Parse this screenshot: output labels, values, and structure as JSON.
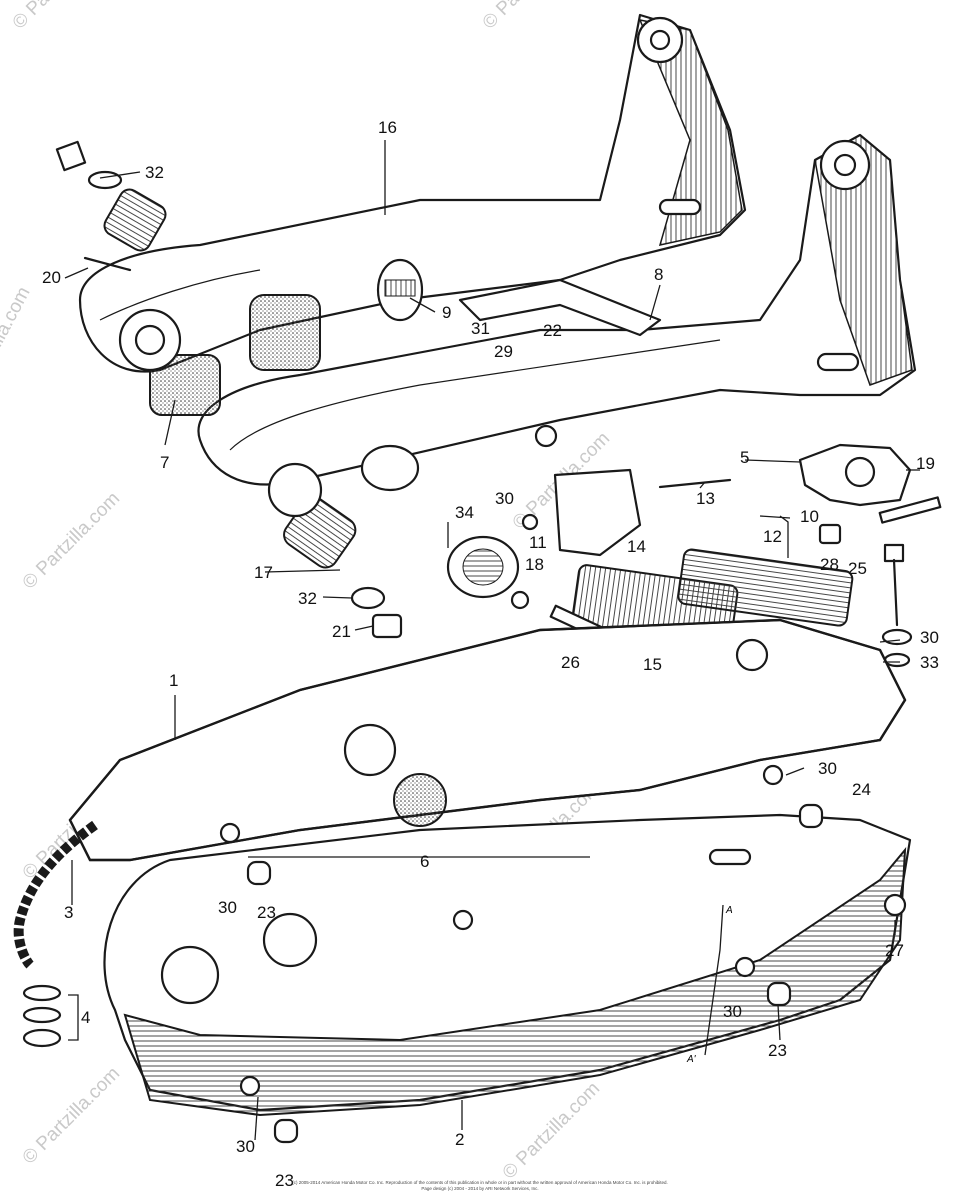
{
  "watermark_text": "© Partzilla.com",
  "callouts": [
    "1",
    "2",
    "3",
    "4",
    "5",
    "6",
    "7",
    "8",
    "9",
    "10",
    "11",
    "12",
    "13",
    "14",
    "15",
    "16",
    "17",
    "18",
    "19",
    "20",
    "21",
    "22",
    "23",
    "24",
    "25",
    "26",
    "27",
    "28",
    "29",
    "30",
    "31",
    "32",
    "33",
    "34"
  ],
  "small_marks": {
    "a_top": "A",
    "a_bottom": "A'"
  },
  "footer_lines": [
    "(c) 2005-2014 American Honda Motor Co. Inc. Reproduction of the contents of this publication in whole or in part without the written approval of American Honda Motor Co. Inc. is prohibited.",
    "Page design (c) 2004 - 2014 by ARI Network Services, Inc."
  ]
}
